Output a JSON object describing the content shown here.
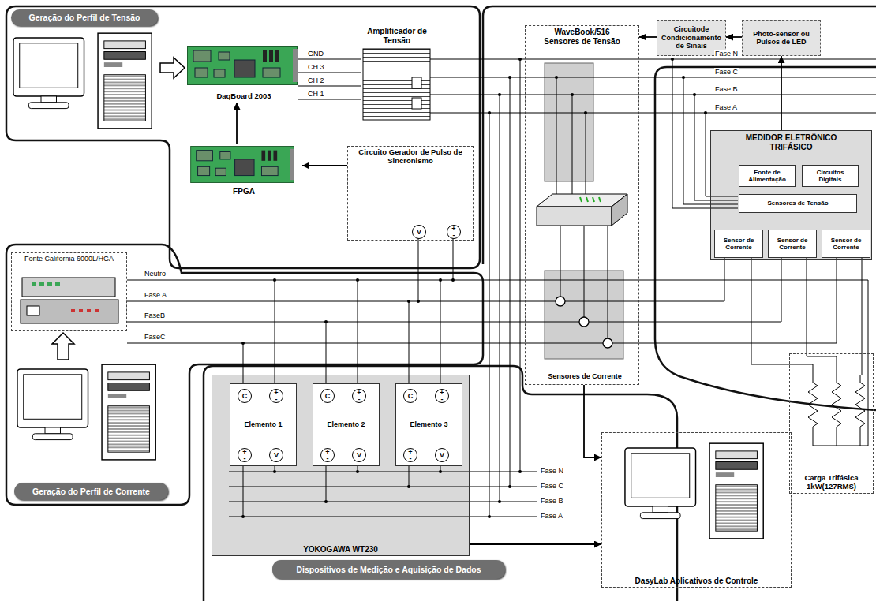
{
  "diagram": {
    "nodes": [
      {
        "text": [
          "Geração do Perfil de Tensão"
        ]
      },
      {
        "text": [
          "DaqBoard 2003"
        ]
      },
      {
        "text": [
          "Amplificador de Tensão"
        ]
      },
      {
        "text": [
          "FPGA"
        ]
      },
      {
        "text": [
          "Circuito Gerador de Pulso de Sincronismo"
        ]
      },
      {
        "text": [
          "V"
        ],
        "in": 4
      },
      {
        "text": [
          "+ -"
        ],
        "in": 4
      },
      {
        "text": [
          "Fonte California 6000L/HGA"
        ]
      },
      {
        "text": [
          "Geração do Perfil de Corrente"
        ]
      },
      {
        "text": [
          "WaveBook/516",
          "Sensores de Tensão"
        ]
      },
      {
        "text": [
          "Sensores de Corrente"
        ],
        "in": 9
      },
      {
        "text": [
          "Circuitode Condicionamento de Sinais"
        ]
      },
      {
        "text": [
          "Photo-sensor ou Pulsos de LED"
        ]
      },
      {
        "text": [
          "MEDIDOR ELETRÔNICO TRIFÁSICO"
        ]
      },
      {
        "text": [
          "Fonte de Alimentação"
        ],
        "in": 13
      },
      {
        "text": [
          "Circuitos Digitais"
        ],
        "in": 13
      },
      {
        "text": [
          "Sensores de Tensão"
        ],
        "in": 13
      },
      {
        "text": [
          "Sensor de Corrente"
        ],
        "in": 13
      },
      {
        "text": [
          "Sensor de Corrente"
        ],
        "in": 13
      },
      {
        "text": [
          "Sensor de Corrente"
        ],
        "in": 13
      },
      {
        "text": [
          "Carga Trifásica 1kW(127RMS)"
        ]
      },
      {
        "text": [
          "YOKOGAWA WT230"
        ]
      },
      {
        "text": [
          "Elemento 1"
        ],
        "in": 21
      },
      {
        "text": [
          "Elemento 2"
        ],
        "in": 21
      },
      {
        "text": [
          "Elemento 3"
        ],
        "in": 21
      },
      {
        "text": [
          "C"
        ],
        "in": 22
      },
      {
        "text": [
          "+ -"
        ],
        "in": 22
      },
      {
        "text": [
          "+ -"
        ],
        "in": 22
      },
      {
        "text": [
          "V"
        ],
        "in": 22
      },
      {
        "text": [
          "C"
        ],
        "in": 23
      },
      {
        "text": [
          "+ -"
        ],
        "in": 23
      },
      {
        "text": [
          "+ -"
        ],
        "in": 23
      },
      {
        "text": [
          "V"
        ],
        "in": 23
      },
      {
        "text": [
          "C"
        ],
        "in": 24
      },
      {
        "text": [
          "+ -"
        ],
        "in": 24
      },
      {
        "text": [
          "+ -"
        ],
        "in": 24
      },
      {
        "text": [
          "V"
        ],
        "in": 24
      },
      {
        "text": [
          "DasyLab Aplicativos de Controle"
        ]
      },
      {
        "text": [
          "Dispositivos de Medição e Aquisição de Dados"
        ]
      }
    ],
    "edges": [
      {
        "from": 4,
        "to": 3,
        "arrow": "to"
      },
      {
        "from": 3,
        "to": 1,
        "arrow": "to"
      },
      {
        "from": 1,
        "to": 2,
        "arrow": "none",
        "label": "GND"
      },
      {
        "from": 1,
        "to": 2,
        "arrow": "none",
        "label": "CH 3"
      },
      {
        "from": 1,
        "to": 2,
        "arrow": "none",
        "label": "CH 2"
      },
      {
        "from": 1,
        "to": 2,
        "arrow": "none",
        "label": "CH 1"
      },
      {
        "from": 13,
        "to": 12,
        "arrow": "to"
      },
      {
        "from": 12,
        "to": 11,
        "arrow": "to"
      },
      {
        "from": 11,
        "to": 9,
        "arrow": "to"
      },
      {
        "from": 9,
        "to": 37,
        "arrow": "to"
      },
      {
        "from": 21,
        "to": 37,
        "arrow": "to"
      }
    ],
    "labels": [
      "Fase N",
      "Fase C",
      "Fase B",
      "Fase A",
      "Neutro",
      "Fase A",
      "FaseB",
      "FaseC",
      "Fase N",
      "Fase C",
      "Fase B",
      "Fase A"
    ]
  }
}
